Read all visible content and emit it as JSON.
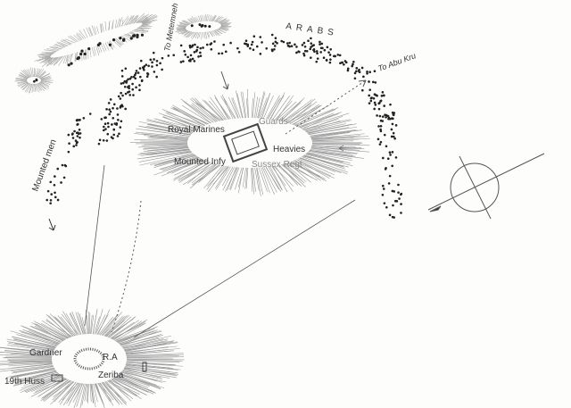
{
  "labels": {
    "arabs": "ARABS",
    "to_metemneh": "To Metemneh",
    "to_abu_kru": "To Abu Kru",
    "mounted_men": "Mounted men",
    "royal_marines": "Royal Marines",
    "guards": "Guards",
    "heavies": "Heavies",
    "mounted_infy": "Mounted Infy",
    "sussex_regt": "Sussex Regt",
    "gardner": "Gardner",
    "ra": "R.A",
    "zeriba": "Zeriba",
    "hussars": "19th Huss"
  },
  "colors": {
    "ink": "#333333",
    "paper": "#fdfdfc"
  }
}
